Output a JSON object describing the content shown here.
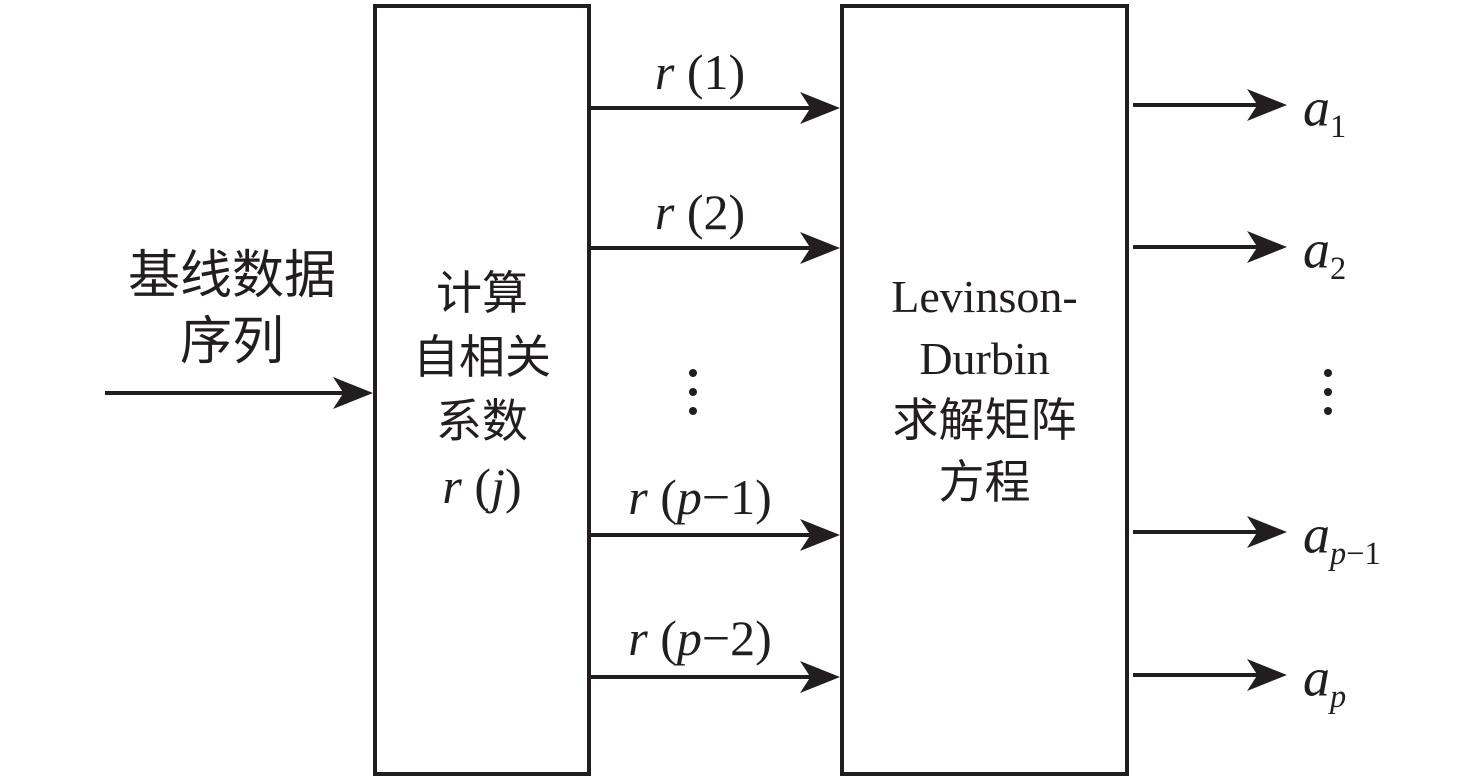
{
  "figure": {
    "type": "block-diagram",
    "description_visible_language": "Chinese + English",
    "colors": {
      "ink": "#221e1f",
      "background": "#ffffff"
    }
  },
  "source": {
    "line1": "基线数据",
    "line2": "序列"
  },
  "autocorr_box": {
    "line1": "计算",
    "line2": "自相关",
    "line3": "系数",
    "formula": {
      "v1": "r",
      "open": " (",
      "v2": "j",
      "tail": ")"
    }
  },
  "levinson_box": {
    "line1": "Levinson-",
    "line2": "Durbin",
    "line3": "求解矩阵",
    "line4": "方程"
  },
  "r_labels": [
    {
      "v1": "r",
      "open": " (",
      "v2": "",
      "tail": "1)"
    },
    {
      "v1": "r",
      "open": " (",
      "v2": "",
      "tail": "2)"
    },
    {
      "v1": "r",
      "open": " (",
      "v2": "p",
      "tail": "−1)"
    },
    {
      "v1": "r",
      "open": " (",
      "v2": "p",
      "tail": "−2)"
    }
  ],
  "a_labels": [
    {
      "base": "a",
      "subv": "",
      "subt": "1"
    },
    {
      "base": "a",
      "subv": "",
      "subt": "2"
    },
    {
      "base": "a",
      "subv": "p",
      "subt": "−1"
    },
    {
      "base": "a",
      "subv": "p",
      "subt": ""
    }
  ],
  "ellipsis_glyph": "⋮"
}
